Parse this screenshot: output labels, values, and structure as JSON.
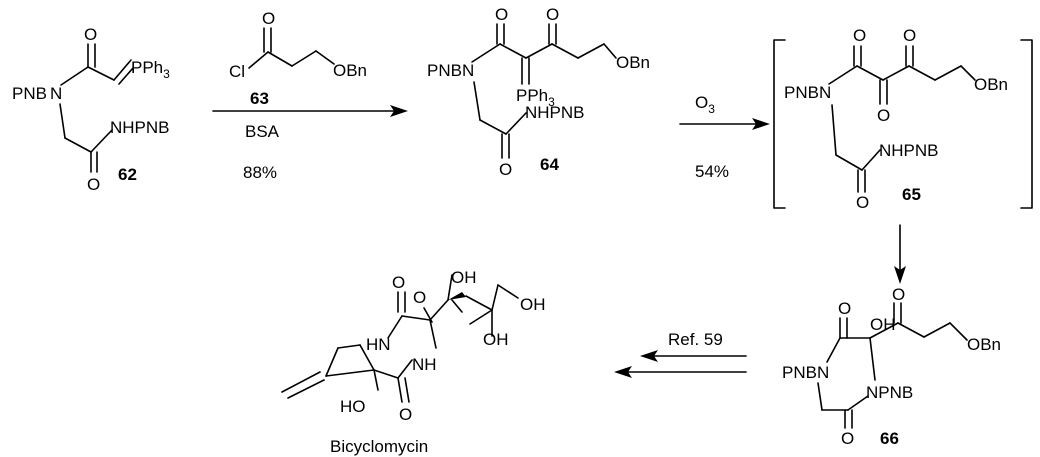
{
  "compounds": {
    "c62": {
      "number": "62",
      "pnb1": "PNB",
      "n1": "N",
      "o1": "O",
      "pph3": "PPh",
      "sub3": "3",
      "nhpnb": "NHPNB",
      "o2": "O"
    },
    "c63": {
      "number": "63",
      "cl": "Cl",
      "o": "O",
      "obn": "OBn"
    },
    "c64": {
      "number": "64",
      "pnbn": "PNBN",
      "o1": "O",
      "o2": "O",
      "obn": "OBn",
      "pph3": "PPh",
      "sub3": "3",
      "nhpnb": "NHPNB",
      "o3": "O"
    },
    "c65": {
      "number": "65",
      "pnbn": "PNBN",
      "o1": "O",
      "o2": "O",
      "o3": "O",
      "obn": "OBn",
      "nhpnb": "NHPNB",
      "o4": "O"
    },
    "c66": {
      "number": "66",
      "pnbn": "PNBN",
      "o1": "O",
      "oh": "OH",
      "o2": "O",
      "obn": "OBn",
      "npnb": "NPNB",
      "o3": "O"
    },
    "bicyclomycin": {
      "name": "Bicyclomycin",
      "o1": "O",
      "o2": "O",
      "oh1": "OH",
      "oh2": "OH",
      "oh3": "OH",
      "hn": "HN",
      "nh": "NH",
      "ho": "HO",
      "o3": "O"
    }
  },
  "reactions": {
    "step1": {
      "reagent_number": "63",
      "reagent": "BSA",
      "yield": "88%"
    },
    "step2": {
      "reagent": "O",
      "reagent_sub": "3",
      "yield": "54%"
    },
    "step4": {
      "reference": "Ref. 59"
    }
  }
}
